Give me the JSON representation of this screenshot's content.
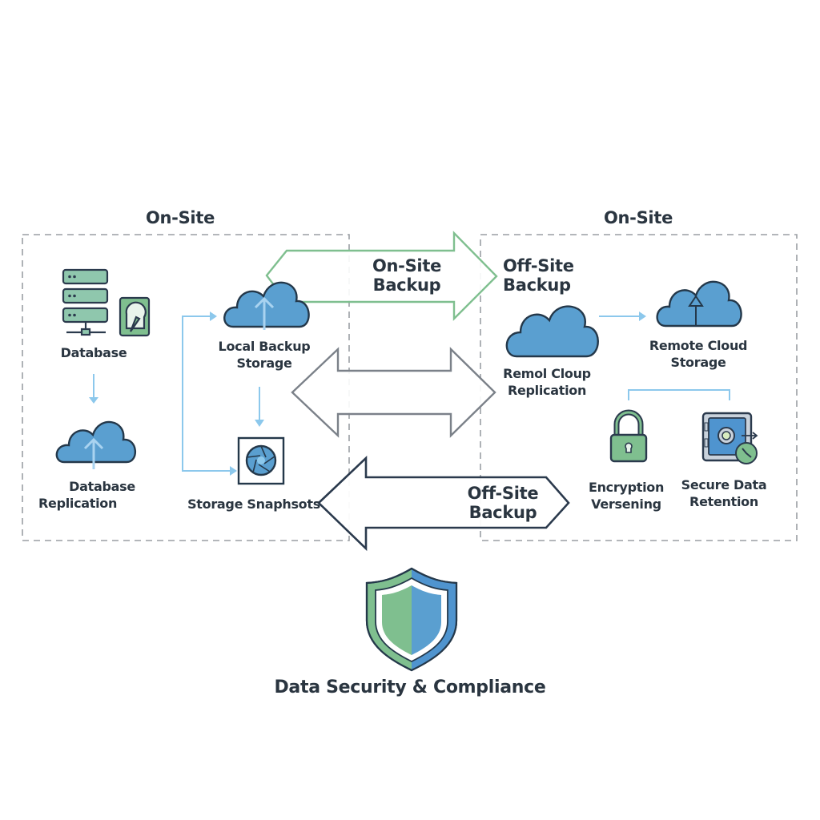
{
  "colors": {
    "cloud_fill": "#5a9fd0",
    "cloud_stroke": "#24384a",
    "green": "#7fbf8f",
    "green_stroke": "#6cb07c",
    "light_blue": "#8cc8ec",
    "gray_arrow": "#7b8189",
    "navy": "#2b3a4d",
    "dashed": "#9a9ea3",
    "text": "#2a3540"
  },
  "sections": {
    "left_title": "On-Site",
    "right_title": "On-Site"
  },
  "nodes": {
    "database": "Database",
    "database_replication": [
      "Database",
      "Replication"
    ],
    "local_backup_storage": [
      "Local Backup",
      "Storage"
    ],
    "storage_snapshots": "Storage Snaphsots",
    "remote_cloud_replication": [
      "Remol Cloup",
      "Replication"
    ],
    "remote_cloud_storage": [
      "Remote Cloud",
      "Storage"
    ],
    "encryption_versioning": [
      "Encryption",
      "Versening"
    ],
    "secure_data_retention": [
      "Secure Data",
      "Retention"
    ]
  },
  "arrows": {
    "onsite_backup": [
      "On-Site",
      "Backup"
    ],
    "offsite_backup_top": [
      "Off-Site",
      "Backup"
    ],
    "offsite_backup_bottom": [
      "Off-Site",
      "Backup"
    ]
  },
  "footer": {
    "title": "Data Security & Compliance"
  },
  "icons": [
    "server-rack-icon",
    "hard-drive-icon",
    "cloud-upload-icon",
    "camera-shutter-icon",
    "cloud-icon",
    "padlock-icon",
    "safe-clock-icon",
    "shield-icon"
  ]
}
